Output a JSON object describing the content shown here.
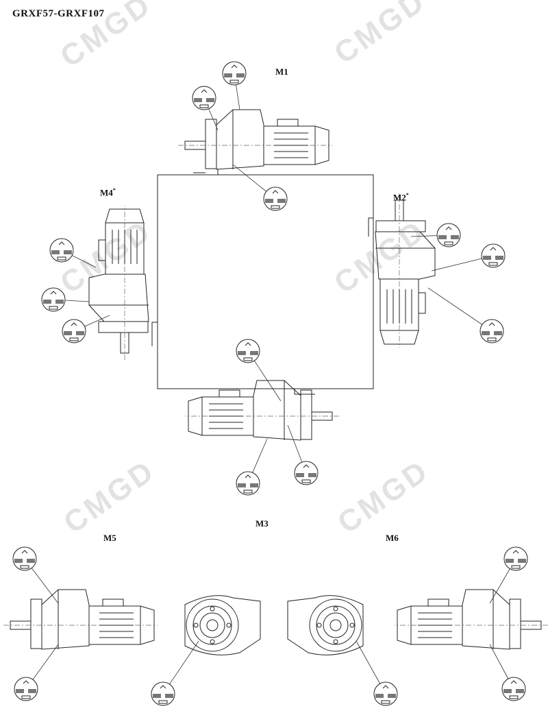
{
  "title": "GRXF57-GRXF107",
  "watermark": "CMGD",
  "positions": {
    "m1": {
      "label": "M1",
      "mark": ""
    },
    "m2": {
      "label": "M2",
      "mark": "*"
    },
    "m3": {
      "label": "M3",
      "mark": ""
    },
    "m4": {
      "label": "M4",
      "mark": "*"
    },
    "m5": {
      "label": "M5",
      "mark": ""
    },
    "m6": {
      "label": "M6",
      "mark": ""
    }
  },
  "icons": {
    "oil_level": "oil-level-indicator-icon",
    "gear_motor": "gear-motor-drawing"
  }
}
